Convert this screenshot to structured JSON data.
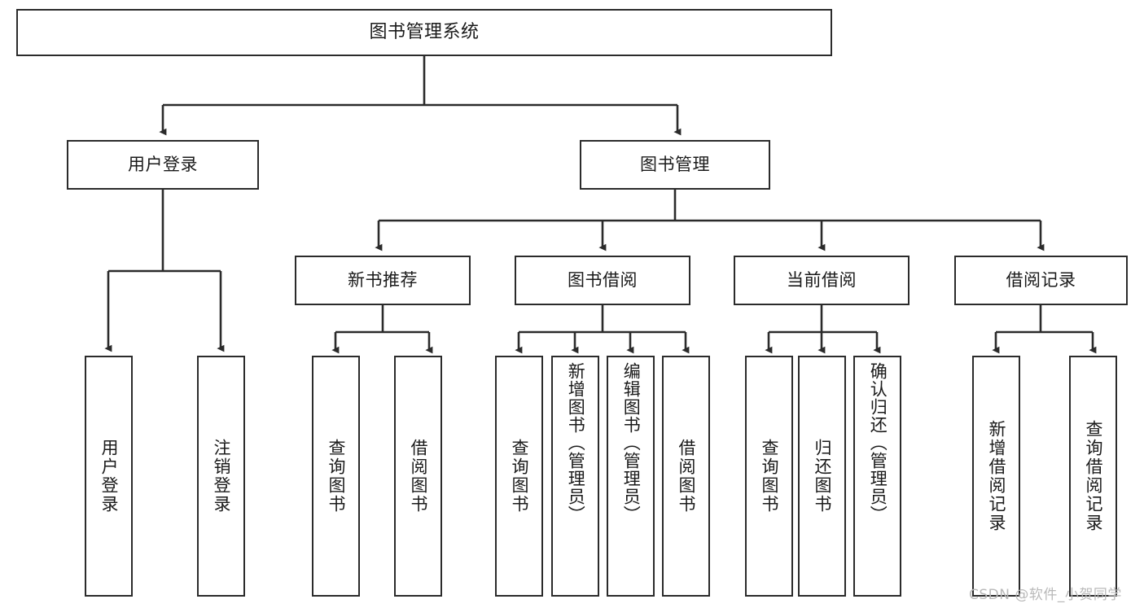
{
  "diagram": {
    "title": "图书管理系统",
    "type": "tree",
    "root": {
      "label": "图书管理系统"
    },
    "level2": [
      {
        "id": "user-login",
        "label": "用户登录"
      },
      {
        "id": "book-management",
        "label": "图书管理"
      }
    ],
    "level3": [
      {
        "id": "new-book-recommend",
        "label": "新书推荐",
        "parent": "book-management"
      },
      {
        "id": "book-borrow",
        "label": "图书借阅",
        "parent": "book-management"
      },
      {
        "id": "current-borrow",
        "label": "当前借阅",
        "parent": "book-management"
      },
      {
        "id": "borrow-record",
        "label": "借阅记录",
        "parent": "book-management"
      }
    ],
    "leaves": [
      {
        "id": "leaf-user-login",
        "label": "用户登录",
        "parent": "user-login"
      },
      {
        "id": "leaf-logout-login",
        "label": "注销登录",
        "parent": "user-login"
      },
      {
        "id": "leaf-query-book-1",
        "label": "查询图书",
        "parent": "new-book-recommend"
      },
      {
        "id": "leaf-borrow-book-1",
        "label": "借阅图书",
        "parent": "new-book-recommend"
      },
      {
        "id": "leaf-query-book-2",
        "label": "查询图书",
        "parent": "book-borrow"
      },
      {
        "id": "leaf-add-book",
        "label": "新增图书（管理员）",
        "parent": "book-borrow"
      },
      {
        "id": "leaf-edit-book",
        "label": "编辑图书（管理员）",
        "parent": "book-borrow"
      },
      {
        "id": "leaf-borrow-book-2",
        "label": "借阅图书",
        "parent": "book-borrow"
      },
      {
        "id": "leaf-query-book-3",
        "label": "查询图书",
        "parent": "current-borrow"
      },
      {
        "id": "leaf-return-book",
        "label": "归还图书",
        "parent": "current-borrow"
      },
      {
        "id": "leaf-confirm-return",
        "label": "确认归还（管理员）",
        "parent": "current-borrow"
      },
      {
        "id": "leaf-add-record",
        "label": "新增借阅记录",
        "parent": "borrow-record"
      },
      {
        "id": "leaf-query-record",
        "label": "查询借阅记录",
        "parent": "borrow-record"
      }
    ],
    "watermark": "CSDN @软件_小贺同学",
    "colors": {
      "stroke": "#2b2b2b",
      "fill": "#ffffff",
      "text": "#1a1a1a",
      "watermark": "#b9b9b9"
    }
  }
}
